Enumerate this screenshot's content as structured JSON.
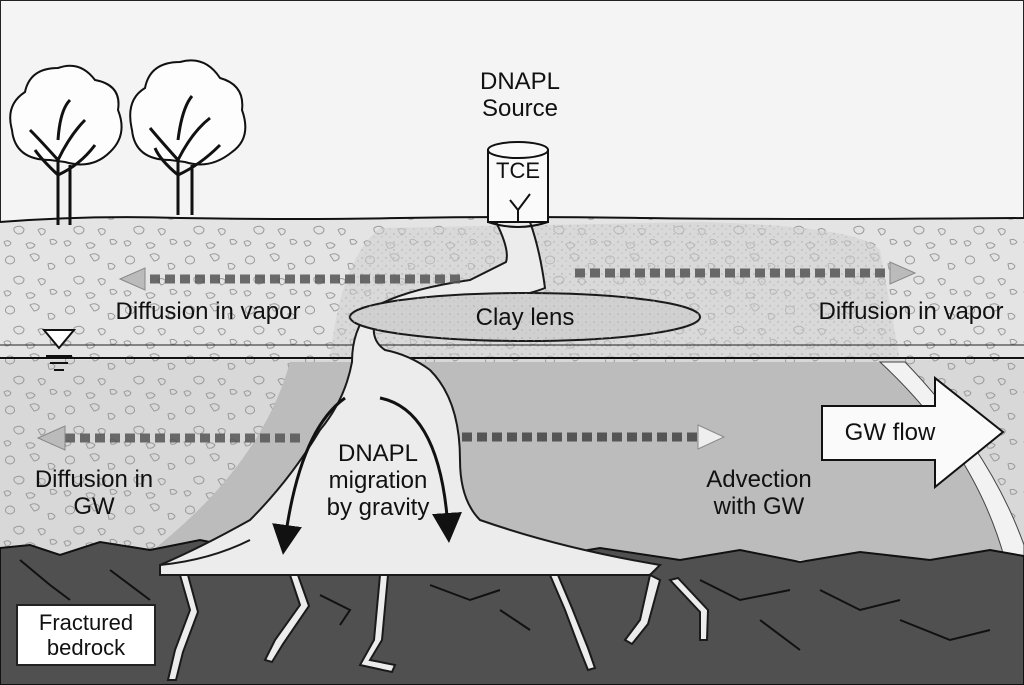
{
  "labels": {
    "source_line1": "DNAPL",
    "source_line2": "Source",
    "drum_label": "TCE",
    "clay_lens": "Clay lens",
    "vapor_left": "Diffusion in vapor",
    "vapor_right": "Diffusion in vapor",
    "gw_flow": "GW flow",
    "diff_gw_line1": "Diffusion in",
    "diff_gw_line2": "GW",
    "migration_line1": "DNAPL",
    "migration_line2": "migration",
    "migration_line3": "by gravity",
    "advection_line1": "Advection",
    "advection_line2": "with GW",
    "bedrock_line1": "Fractured",
    "bedrock_line2": "bedrock"
  },
  "colors": {
    "sky": "#f4f4f4",
    "unsaturated_soil": "#e4e4e4",
    "saturated_soil": "#d2d2d2",
    "dissolved_plume": "#bdbdbd",
    "dnapl_body": "#e9e9e9",
    "bedrock": "#505050",
    "outline": "#1a1a1a"
  }
}
